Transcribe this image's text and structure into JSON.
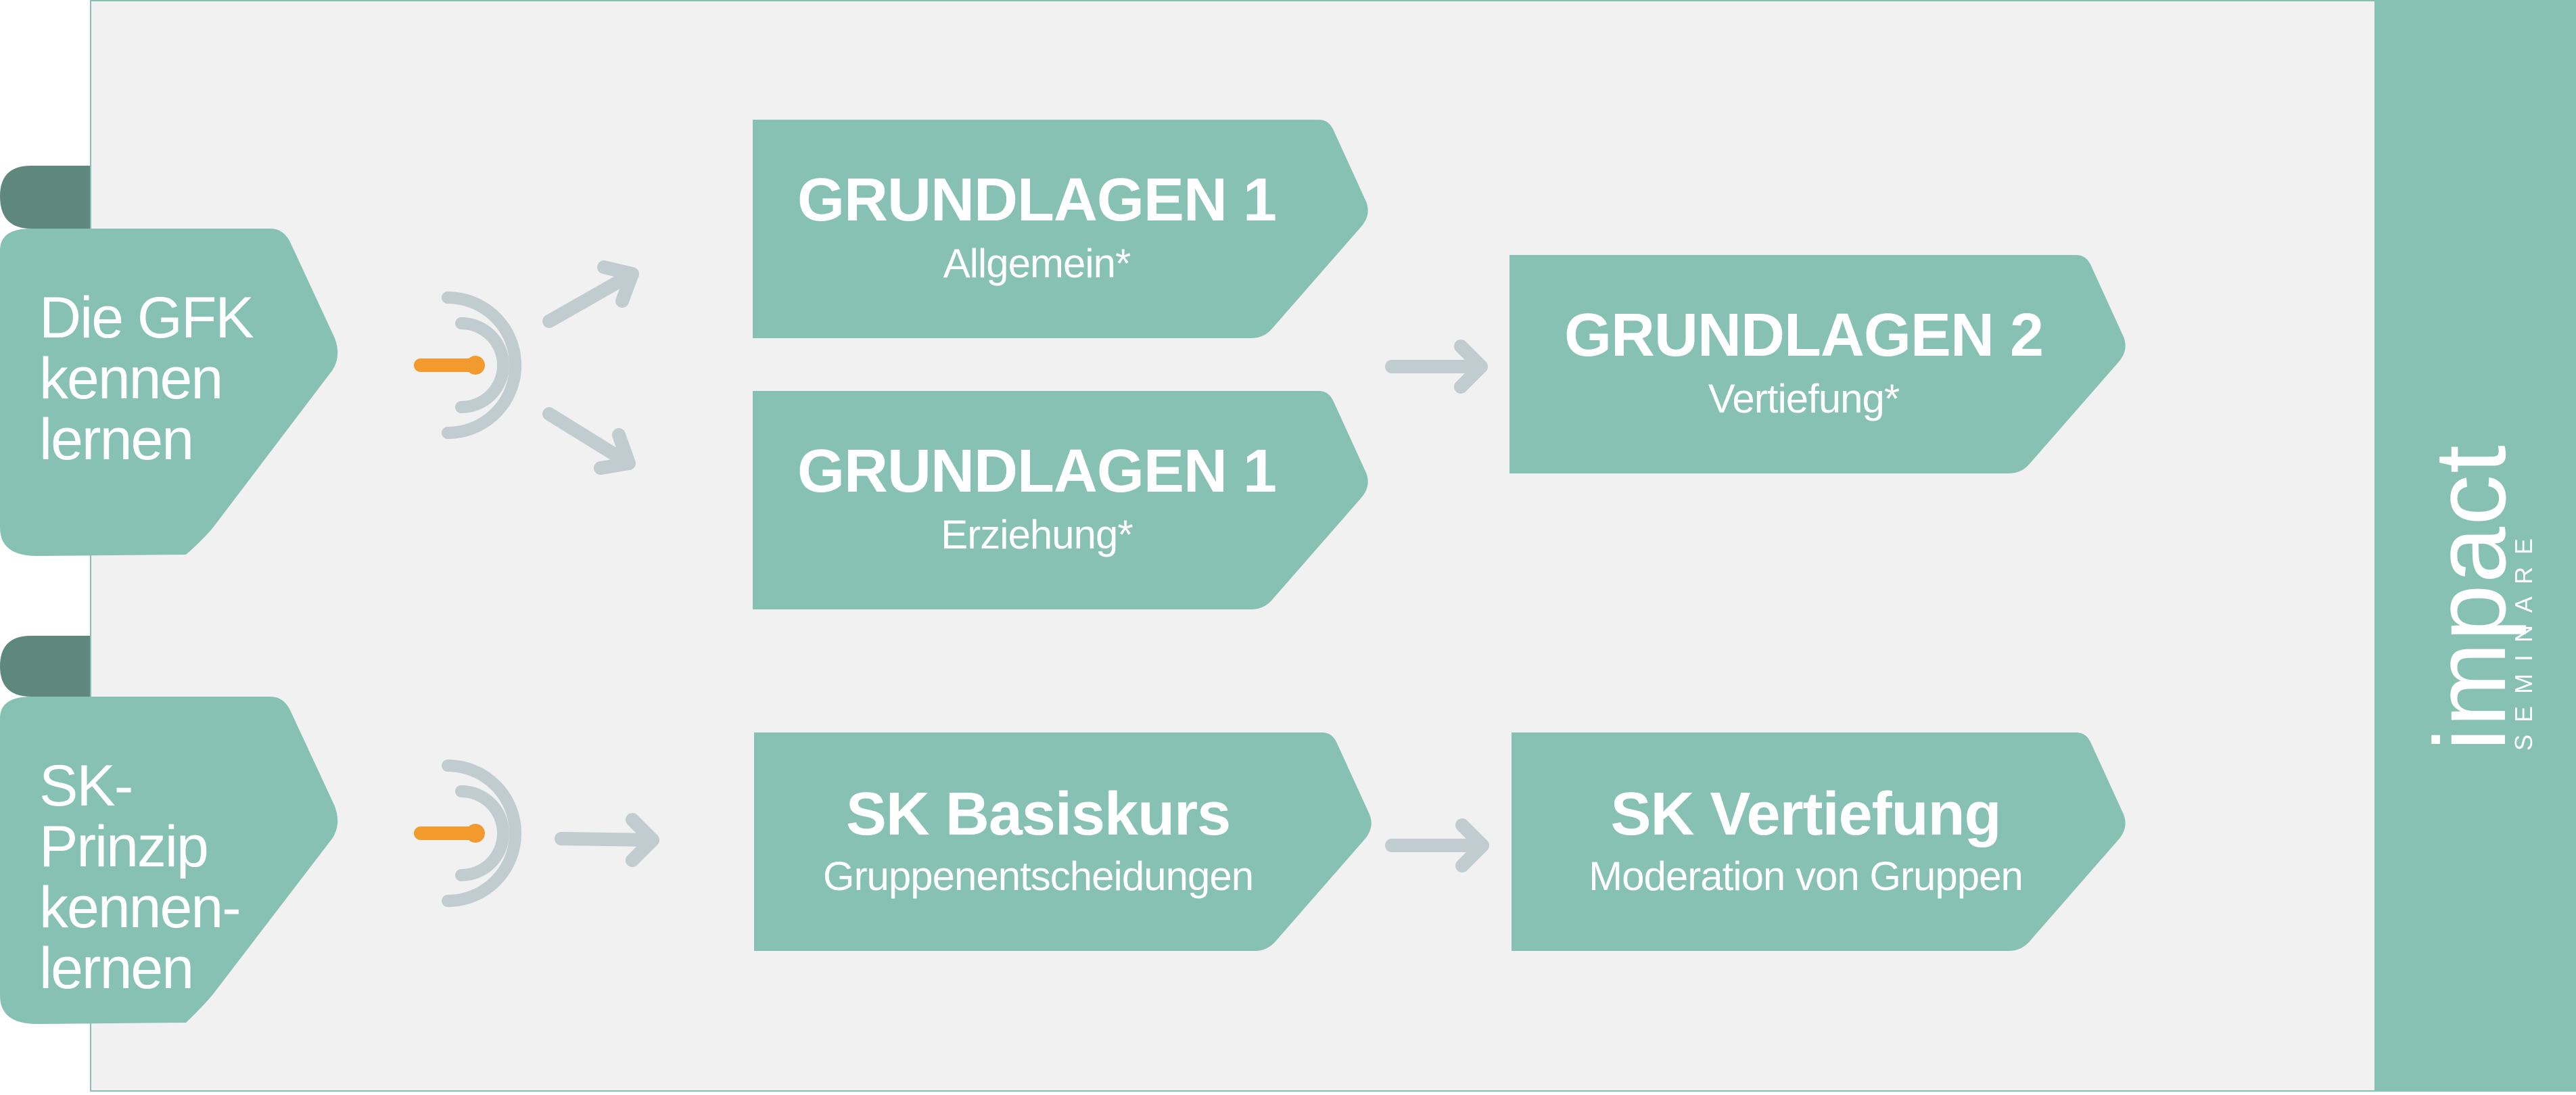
{
  "colors": {
    "panel_bg": "#f1f1f1",
    "teal": "#87c1b4",
    "teal_dark": "#5e887c",
    "arrow_gray": "#c1ccd0",
    "target_gray": "#c1ccd0",
    "pin_orange": "#f39a2f",
    "text": "#ffffff"
  },
  "ribbons": [
    {
      "label": "Die GFK\nkennen\nlernen"
    },
    {
      "label": "SK-Prinzip\nkennen-\nlernen"
    }
  ],
  "modules": [
    {
      "title": "GRUNDLAGEN 1",
      "subtitle": "Allgemein*"
    },
    {
      "title": "GRUNDLAGEN 1",
      "subtitle": "Erziehung*"
    },
    {
      "title": "GRUNDLAGEN 2",
      "subtitle": "Vertiefung*"
    },
    {
      "title": "SK Basiskurs",
      "subtitle": "Gruppenentscheidungen"
    },
    {
      "title": "SK Vertiefung",
      "subtitle": "Moderation von Gruppen"
    }
  ],
  "logo": {
    "wordmark": "impact",
    "tagline": "SEMINARE"
  },
  "icons": [
    "target-icon",
    "target-icon",
    "arrow-icon"
  ]
}
